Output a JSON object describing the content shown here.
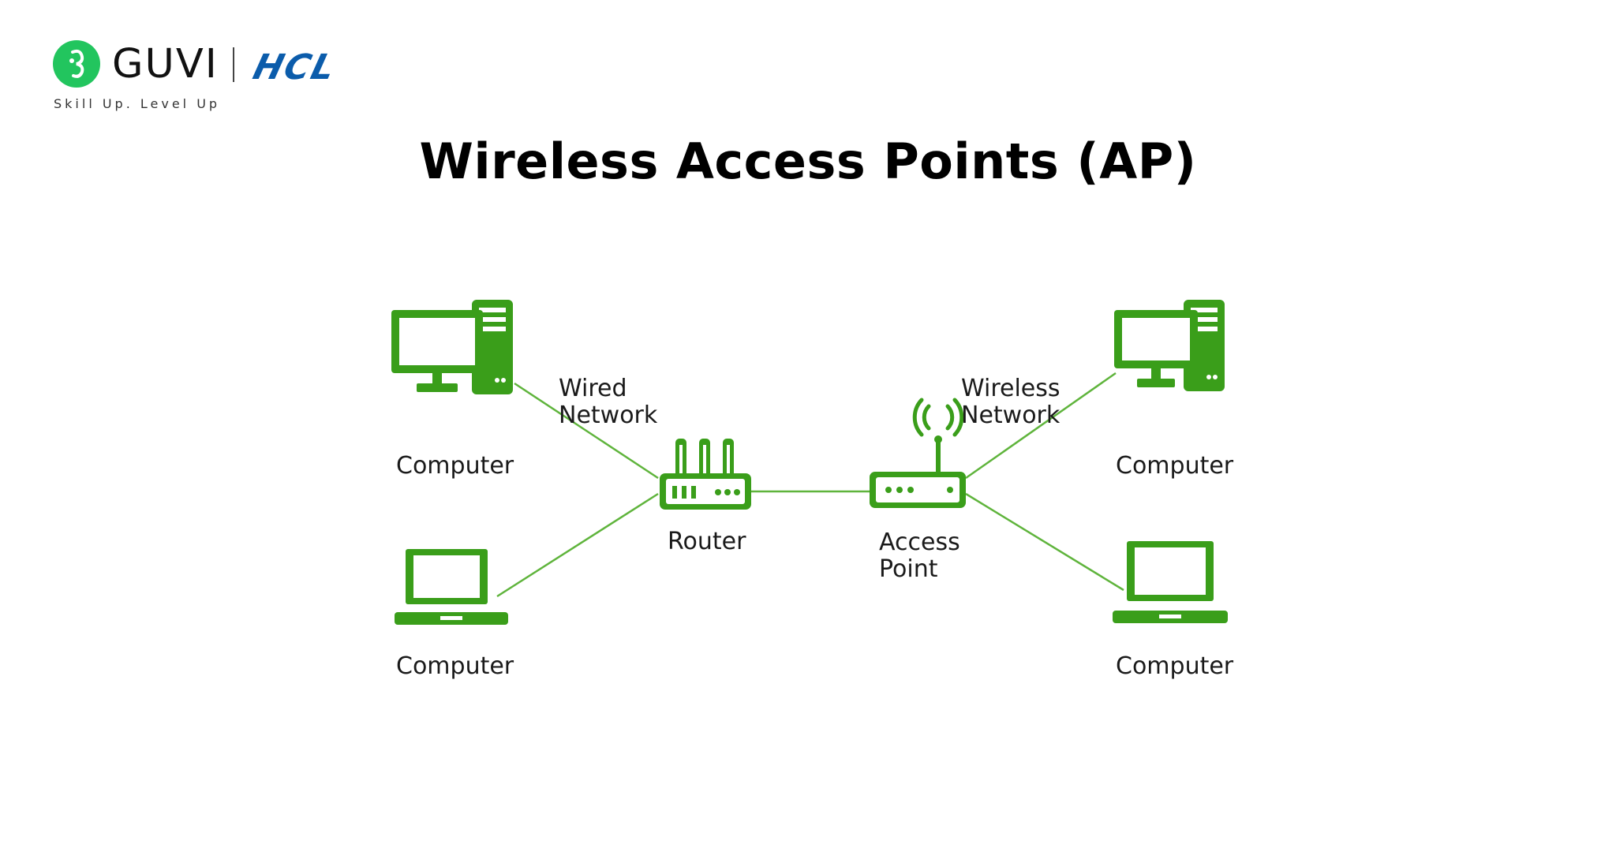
{
  "header": {
    "brand_name": "GUVI",
    "partner_name": "HCL",
    "tagline": "Skill Up. Level Up"
  },
  "title": "Wireless Access Points (AP)",
  "diagram": {
    "colors": {
      "device": "#3a9e1a",
      "link": "#5fb43c",
      "background": "#ffffff"
    },
    "nodes": {
      "computer_top_left": "Computer",
      "computer_bottom_left": "Computer",
      "router": "Router",
      "access_point_line1": "Access",
      "access_point_line2": "Point",
      "computer_top_right": "Computer",
      "computer_bottom_right": "Computer"
    },
    "links": {
      "wired_line1": "Wired",
      "wired_line2": "Network",
      "wireless_line1": "Wireless",
      "wireless_line2": "Network"
    }
  }
}
